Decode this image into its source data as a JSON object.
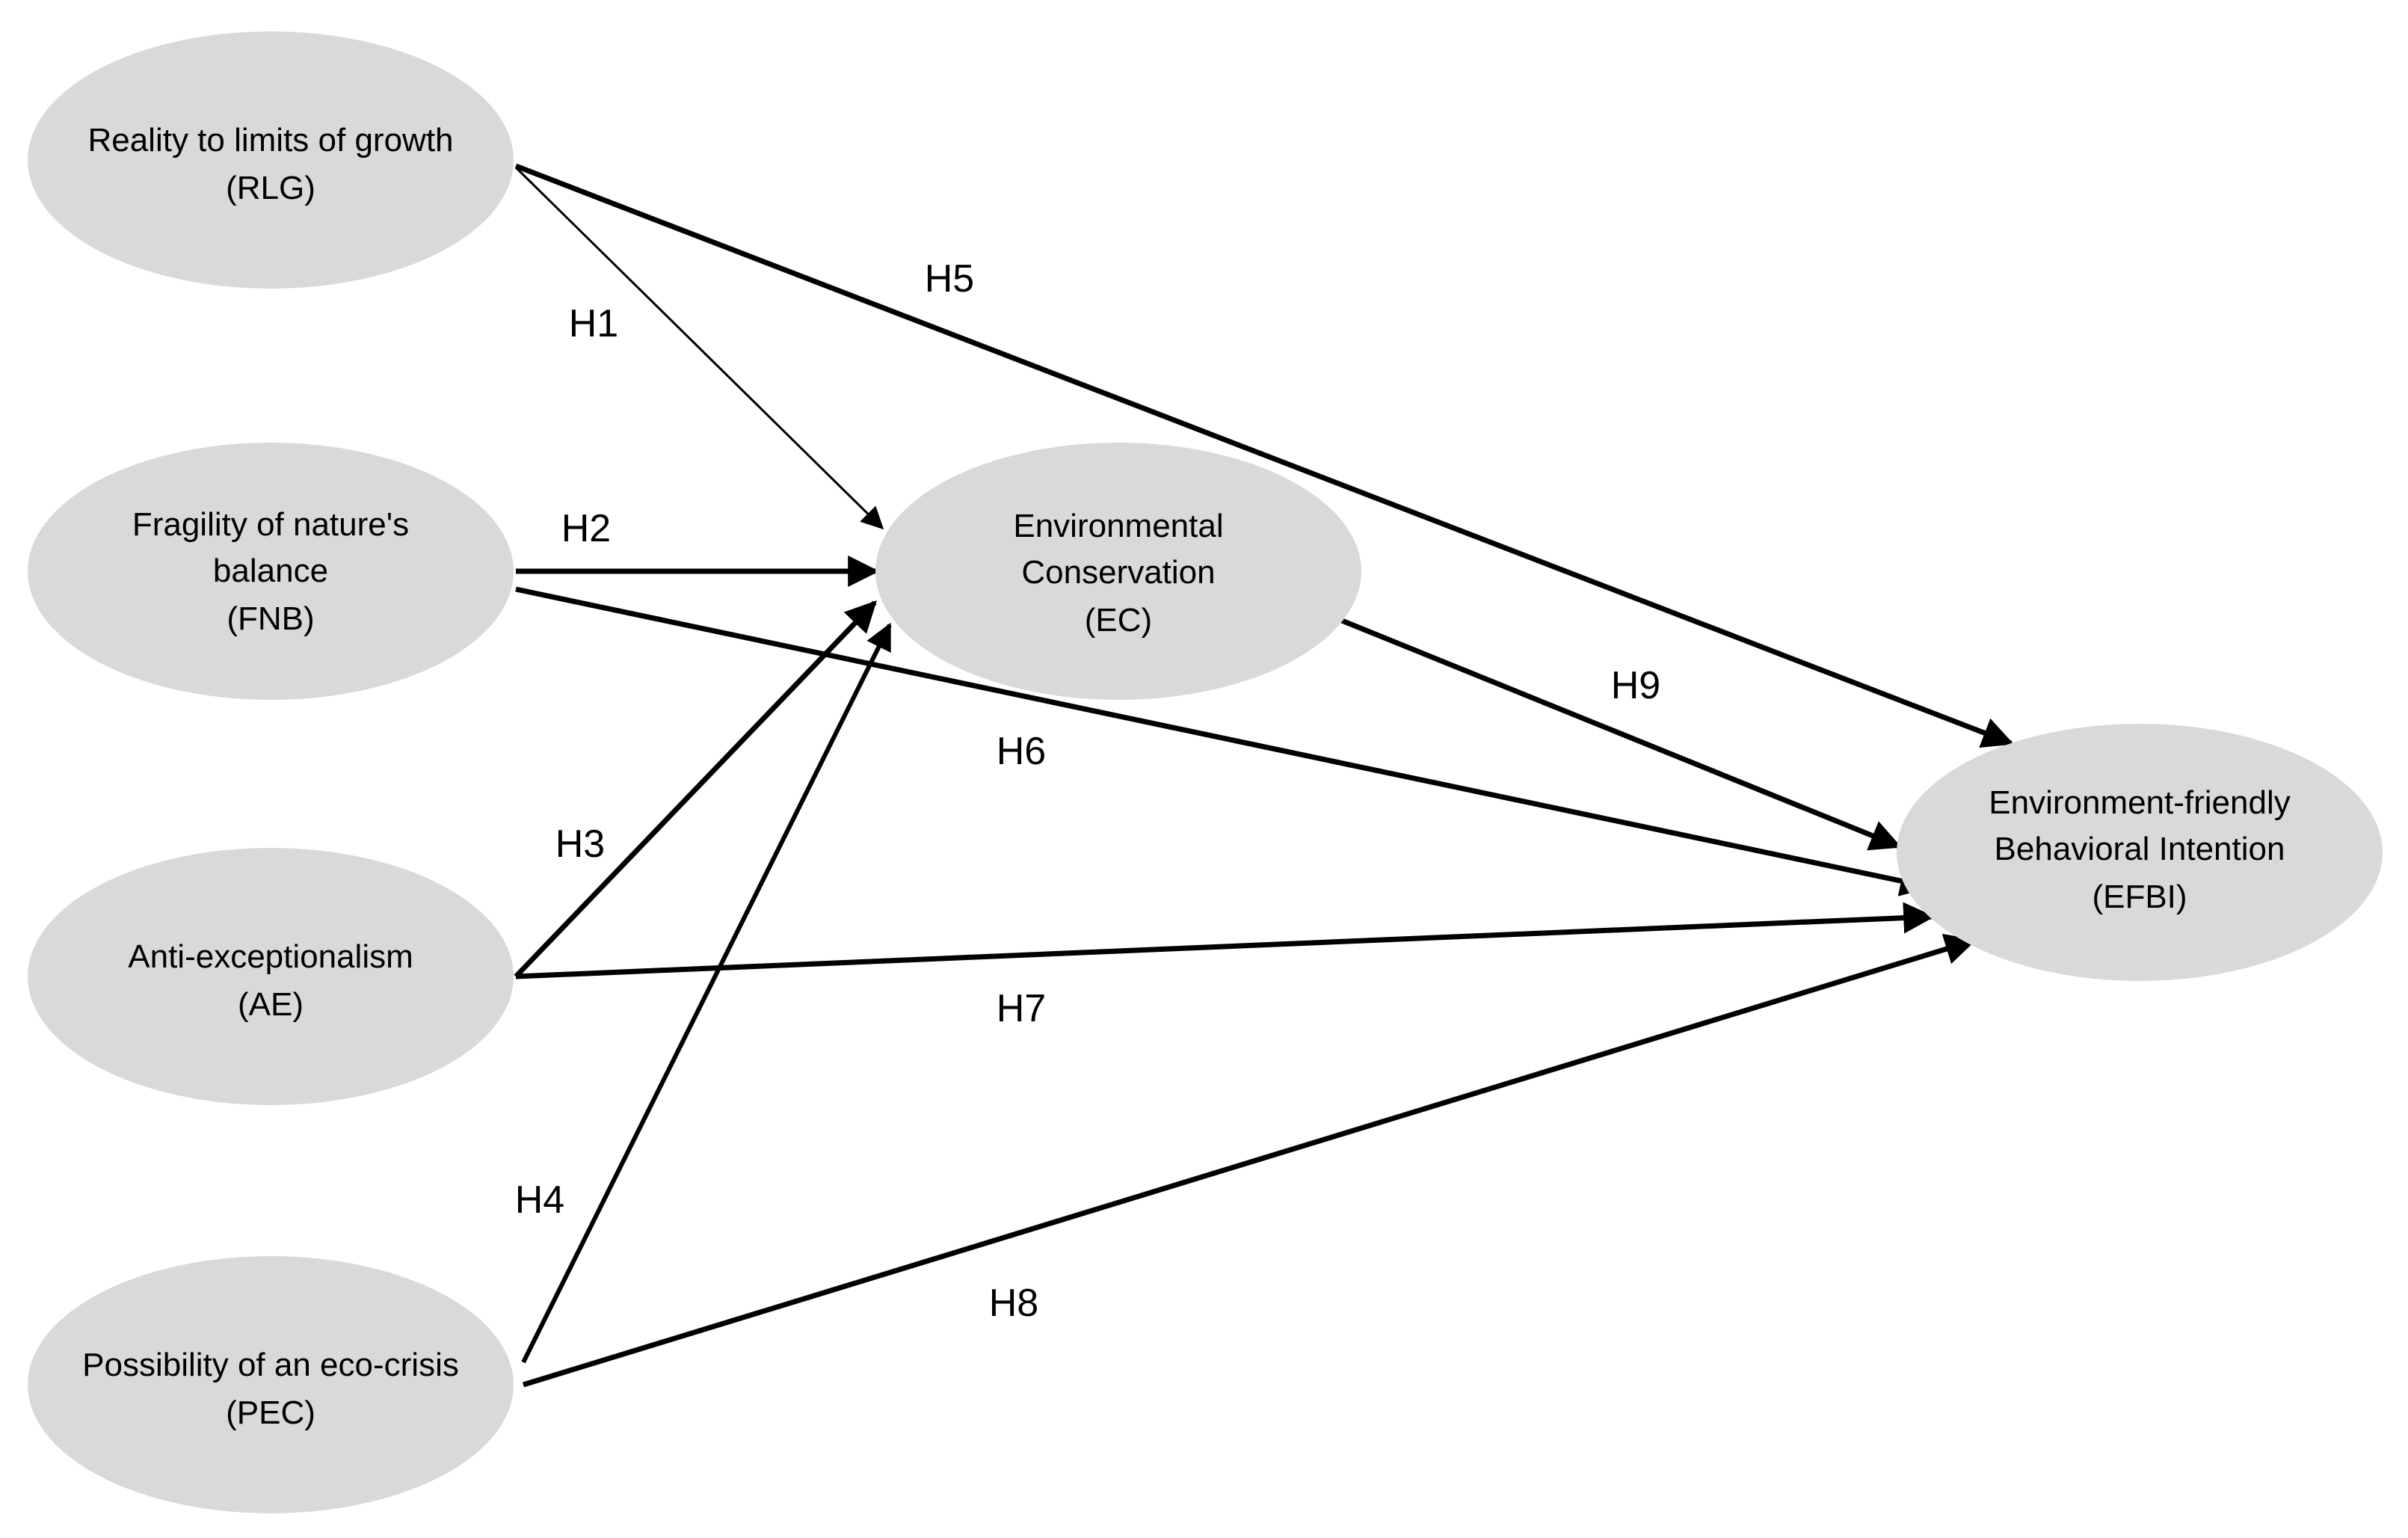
{
  "nodes": {
    "rlg": {
      "lines": [
        "Reality to limits of growth",
        "(RLG)"
      ]
    },
    "fnb": {
      "lines": [
        "Fragility of nature's",
        "balance",
        "(FNB)"
      ]
    },
    "ae": {
      "lines": [
        "Anti-exceptionalism",
        "(AE)"
      ]
    },
    "pec": {
      "lines": [
        "Possibility of an eco-crisis",
        "(PEC)"
      ]
    },
    "ec": {
      "lines": [
        "Environmental",
        "Conservation",
        "(EC)"
      ]
    },
    "efbi": {
      "lines": [
        "Environment-friendly",
        "Behavioral Intention",
        "(EFBI)"
      ]
    }
  },
  "edges": {
    "h1": {
      "label": "H1",
      "from": "rlg",
      "to": "ec"
    },
    "h2": {
      "label": "H2",
      "from": "fnb",
      "to": "ec"
    },
    "h3": {
      "label": "H3",
      "from": "ae",
      "to": "ec"
    },
    "h4": {
      "label": "H4",
      "from": "pec",
      "to": "ec"
    },
    "h5": {
      "label": "H5",
      "from": "rlg",
      "to": "efbi"
    },
    "h6": {
      "label": "H6",
      "from": "fnb",
      "to": "efbi"
    },
    "h7": {
      "label": "H7",
      "from": "ae",
      "to": "efbi"
    },
    "h8": {
      "label": "H8",
      "from": "pec",
      "to": "efbi"
    },
    "h9": {
      "label": "H9",
      "from": "ec",
      "to": "efbi"
    }
  },
  "colors": {
    "node_fill": "#d9d9d9",
    "line": "#000000",
    "text": "#000000"
  }
}
